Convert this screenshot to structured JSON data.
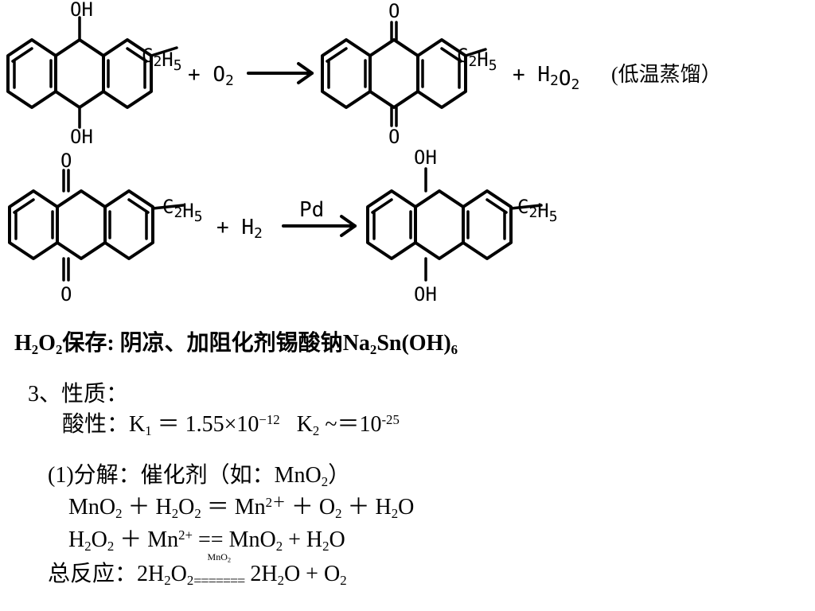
{
  "reaction1": {
    "reactant_sub": "C2H5",
    "reactant_top": "OH",
    "reactant_bottom": "OH",
    "plus_term": "+ O2",
    "product_sub": "C2H5",
    "product_top": "O",
    "product_bottom": "O",
    "plus_product": "+ H2O2",
    "condition_note": "(低温蒸馏）"
  },
  "reaction2": {
    "reactant_sub": "C2H5",
    "reactant_top": "O",
    "reactant_bottom": "O",
    "plus_term": "+ H2",
    "catalyst": "Pd",
    "product_sub": "C2H5",
    "product_top": "OH",
    "product_bottom": "OH"
  },
  "storage": {
    "prefix": "保存:",
    "text": "阴凉、加阻化剂锡酸钠",
    "formula": "Na2Sn(OH)6"
  },
  "properties": {
    "heading": "3、性质：",
    "acidity_label": "酸性：",
    "k1": "K1 ＝ 1.55×10−12",
    "k2": "K2 ~＝10-25",
    "decomp_label": "(1)分解：催化剂（如：MnO2）",
    "eq1": "MnO2 ＋ H2O2 ＝ Mn2+ ＋ O2 ＋ H2O",
    "eq2": "H2O2 ＋ Mn2+ == MnO2 + H2O",
    "total_label": "总反应：",
    "total_lhs": "2H2O2",
    "total_cat": "MnO2",
    "total_eq": "=======",
    "total_rhs": "2H2O + O2"
  }
}
